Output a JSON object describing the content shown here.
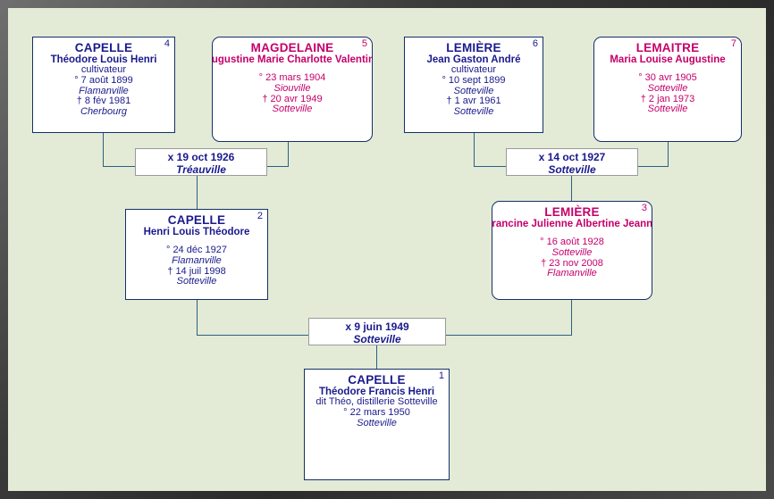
{
  "chart": {
    "type": "genealogy-tree",
    "background_color": "#e3ebd6",
    "male_color": "#1a1a8c",
    "female_color": "#c4006b",
    "line_color": "#2f5f82"
  },
  "symbols": {
    "birth": "°",
    "death": "†",
    "marriage": "x"
  },
  "persons": [
    {
      "id": "p4",
      "number": "4",
      "sex": "male",
      "surname": "CAPELLE",
      "given": "Théodore Louis Henri",
      "occupation": "cultivateur",
      "birth": "° 7 août 1899",
      "birth_place": "Flamanville",
      "death": "† 8 fév 1981",
      "death_place": "Cherbourg"
    },
    {
      "id": "p5",
      "number": "5",
      "sex": "female",
      "surname": "MAGDELAINE",
      "given": "Augustine Marie Charlotte Valentine",
      "occupation": "",
      "birth": "° 23 mars 1904",
      "birth_place": "Siouville",
      "death": "† 20 avr 1949",
      "death_place": "Sotteville"
    },
    {
      "id": "p6",
      "number": "6",
      "sex": "male",
      "surname": "LEMIÈRE",
      "given": "Jean Gaston André",
      "occupation": "cultivateur",
      "birth": "° 10 sept 1899",
      "birth_place": "Sotteville",
      "death": "† 1 avr 1961",
      "death_place": "Sotteville"
    },
    {
      "id": "p7",
      "number": "7",
      "sex": "female",
      "surname": "LEMAITRE",
      "given": "Maria Louise Augustine",
      "occupation": "",
      "birth": "° 30 avr 1905",
      "birth_place": "Sotteville",
      "death": "† 2 jan 1973",
      "death_place": "Sotteville"
    },
    {
      "id": "p2",
      "number": "2",
      "sex": "male",
      "surname": "CAPELLE",
      "given": "Henri Louis Théodore",
      "occupation": "",
      "birth": "° 24 déc 1927",
      "birth_place": "Flamanville",
      "death": "† 14 juil 1998",
      "death_place": "Sotteville"
    },
    {
      "id": "p3",
      "number": "3",
      "sex": "female",
      "surname": "LEMIÈRE",
      "given": "Francine Julienne Albertine Jeanne",
      "occupation": "",
      "birth": "° 16 août 1928",
      "birth_place": "Sotteville",
      "death": "† 23 nov 2008",
      "death_place": "Flamanville"
    },
    {
      "id": "p1",
      "number": "1",
      "sex": "male",
      "surname": "CAPELLE",
      "given": "Théodore Francis Henri",
      "occupation": "dit Théo, distillerie Sotteville",
      "birth": "° 22 mars 1950",
      "birth_place": "Sotteville",
      "death": "",
      "death_place": ""
    }
  ],
  "unions": [
    {
      "id": "u45",
      "date": "x 19 oct 1926",
      "place": "Tréauville"
    },
    {
      "id": "u67",
      "date": "x 14 oct 1927",
      "place": "Sotteville"
    },
    {
      "id": "u23",
      "date": "x 9 juin 1949",
      "place": "Sotteville"
    }
  ]
}
